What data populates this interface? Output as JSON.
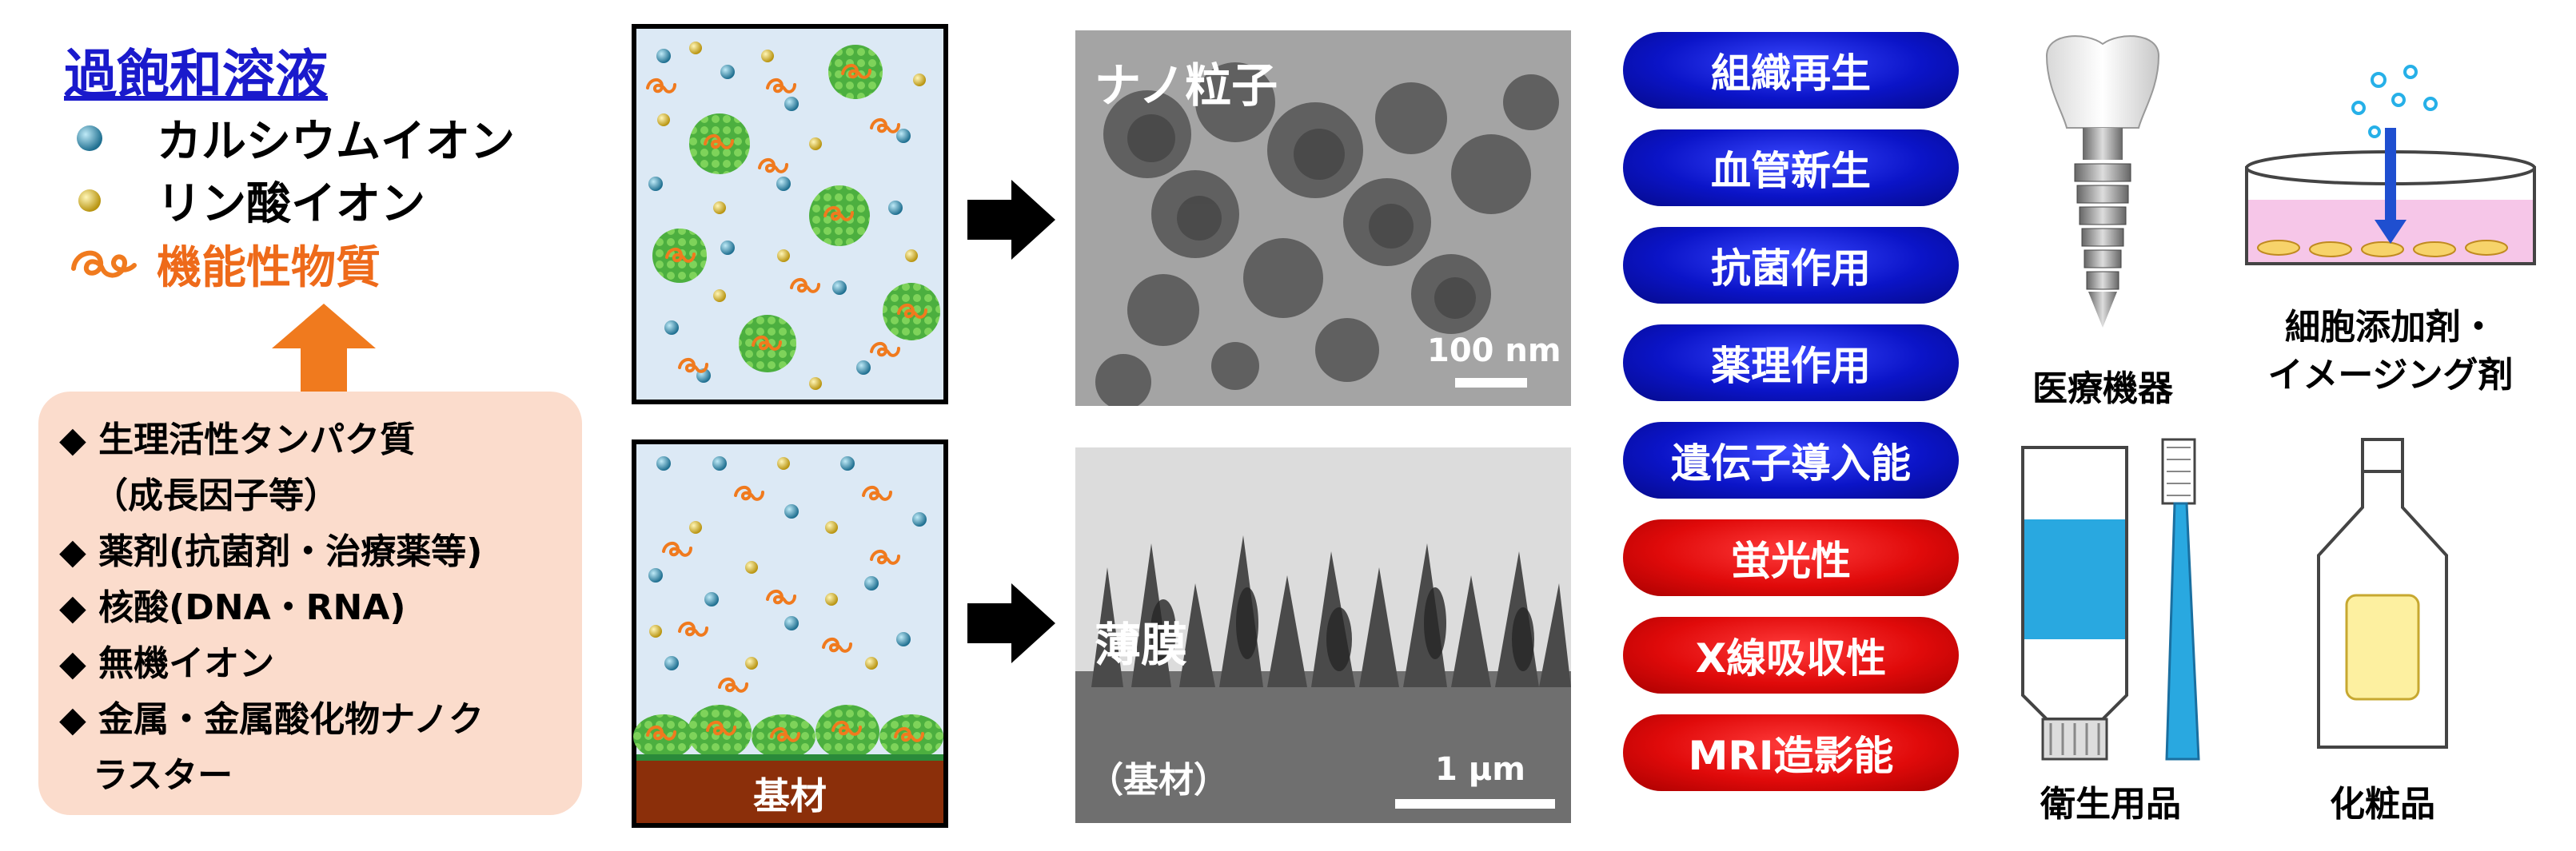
{
  "left": {
    "title": "過飽和溶液",
    "legend": {
      "calcium": "カルシウムイオン",
      "phosphate": "リン酸イオン",
      "functional": "機能性物質"
    },
    "colors": {
      "calcium": "#2f8db0",
      "phosphate": "#e0c233",
      "functional": "#f07a1e",
      "arrow": "#f07a1e"
    },
    "substances": [
      "◆ 生理活性タンパク質",
      "（成長因子等）",
      "◆ 薬剤(抗菌剤・治療薬等)",
      "◆ 核酸(DNA・RNA)",
      "◆ 無機イオン",
      "◆ 金属・金属酸化物ナノク",
      "ラスター"
    ]
  },
  "middle": {
    "substrate_label": "基材",
    "nanoparticle_label": "ナノ粒子",
    "nanoparticle_scale": "100 nm",
    "film_label": "薄膜",
    "film_substrate_label": "（基材）",
    "film_scale": "1 μm"
  },
  "functions": {
    "blue": [
      "組織再生",
      "血管新生",
      "抗菌作用",
      "薬理作用",
      "遺伝子導入能"
    ],
    "red": [
      "蛍光性",
      "X線吸収性",
      "MRI造影能"
    ]
  },
  "applications": {
    "medical_devices": "医療機器",
    "cell_additive_line1": "細胞添加剤・",
    "cell_additive_line2": "イメージング剤",
    "hygiene": "衛生用品",
    "cosmetics": "化粧品"
  }
}
